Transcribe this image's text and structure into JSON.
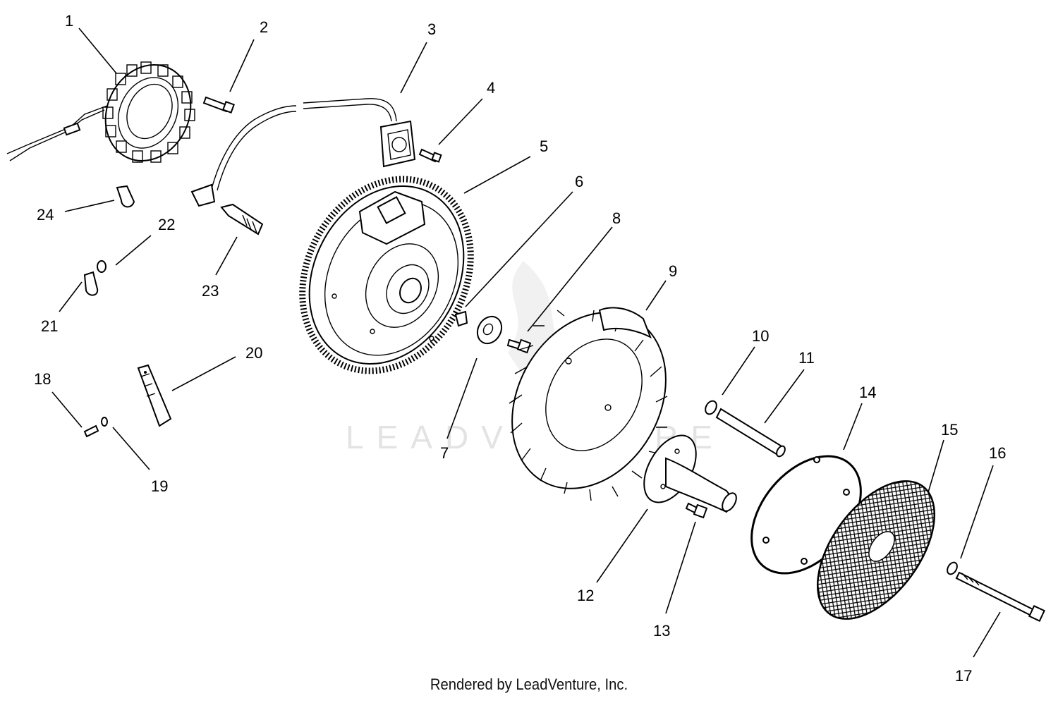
{
  "watermark": "LEADVENTURE",
  "footer": "Rendered by LeadVenture, Inc.",
  "callouts": {
    "c1": "1",
    "c2": "2",
    "c3": "3",
    "c4": "4",
    "c5": "5",
    "c6": "6",
    "c7": "7",
    "c8": "8",
    "c9": "9",
    "c10": "10",
    "c11": "11",
    "c12": "12",
    "c13": "13",
    "c14": "14",
    "c15": "15",
    "c16": "16",
    "c17": "17",
    "c18": "18",
    "c19": "19",
    "c20": "20",
    "c21": "21",
    "c22": "22",
    "c23": "23",
    "c24": "24"
  }
}
